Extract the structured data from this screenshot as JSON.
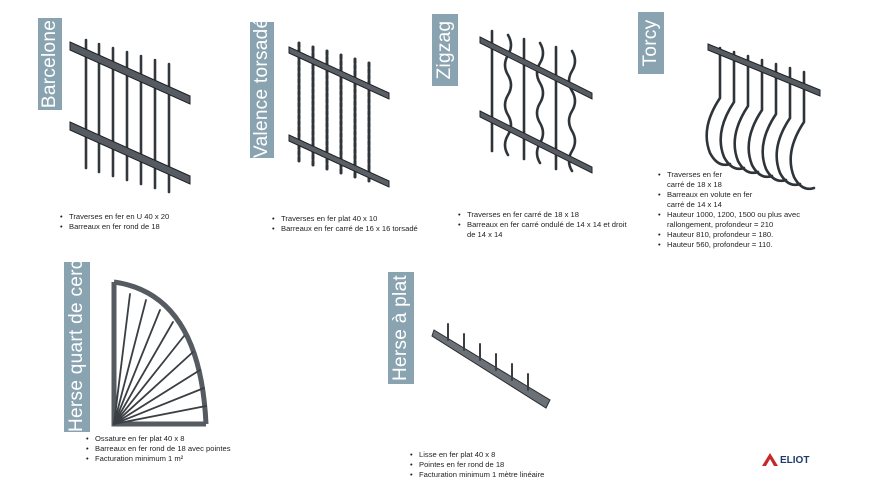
{
  "products": [
    {
      "id": "barcelone",
      "title": "Barcelone",
      "specs": [
        "Traverses en fer en U 40 x 20",
        "Barreaux en fer rond de 18"
      ]
    },
    {
      "id": "valence",
      "title": "Valence torsadé",
      "specs": [
        "Traverses en fer plat 40 x 10",
        "Barreaux en fer carré de 16 x 16 torsadé"
      ]
    },
    {
      "id": "zigzag",
      "title": "Zigzag",
      "specs": [
        "Traverses en fer carré de 18 x 18",
        "Barreaux en fer carré ondulé de 14 x 14 et droit de 14 x 14"
      ]
    },
    {
      "id": "torcy",
      "title": "Torcy",
      "specs": [
        "Traverses en fer carré de 18 x 18",
        "Barreaux en volute en fer carré de 14 x 14",
        "Hauteur 1000, 1200, 1500 ou plus avec rallongement,  profondeur = 210",
        "Hauteur 810, profondeur = 180.",
        "Hauteur 560, profondeur = 110."
      ]
    },
    {
      "id": "herse-quart",
      "title": "Herse quart de cercle",
      "specs": [
        "Ossature en fer plat 40 x 8",
        "Barreaux en fer rond de 18 avec pointes",
        "Facturation minimum 1 m²"
      ]
    },
    {
      "id": "herse-plat",
      "title": "Herse à plat",
      "specs": [
        "Lisse en fer plat 40 x 8",
        "Pointes en fer rond de 18",
        "Facturation minimum 1 mètre linéaire"
      ]
    }
  ],
  "logo": {
    "text": "ELIOT",
    "color": "#c62828",
    "text_color": "#1e3a66"
  },
  "colors": {
    "label_bg": "#8aa3b1",
    "metal": "#3a3f44",
    "metal_light": "#8a9096"
  }
}
